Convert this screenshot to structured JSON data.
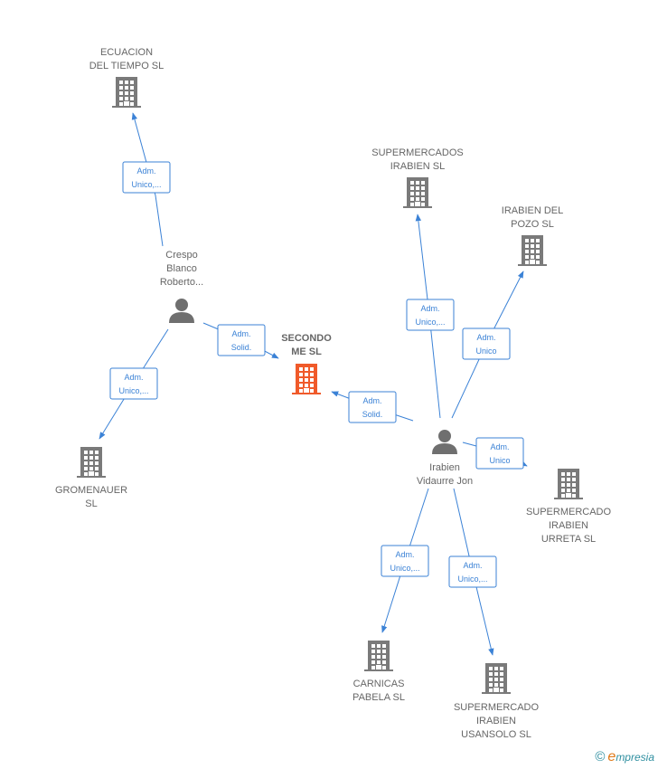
{
  "colors": {
    "edge": "#3b82d6",
    "company": "#7a7a7a",
    "company_highlight": "#f05a2a",
    "person": "#6f6f6f",
    "label": "#666666",
    "brand_orange": "#e07a1a",
    "brand_teal": "#2f8fa0"
  },
  "nodes": [
    {
      "id": "ecuacion",
      "type": "company",
      "lines": [
        "ECUACION",
        "DEL TIEMPO SL"
      ]
    },
    {
      "id": "crespo",
      "type": "person",
      "lines": [
        "Crespo",
        "Blanco",
        "Roberto..."
      ]
    },
    {
      "id": "secondo",
      "type": "company",
      "highlight": true,
      "lines": [
        "SECONDO",
        "ME  SL"
      ]
    },
    {
      "id": "gromenauer",
      "type": "company",
      "lines": [
        "GROMENAUER",
        "SL"
      ]
    },
    {
      "id": "supirabien",
      "type": "company",
      "lines": [
        "SUPERMERCADOS",
        "IRABIEN SL"
      ]
    },
    {
      "id": "irabienpozo",
      "type": "company",
      "lines": [
        "IRABIEN DEL",
        "POZO  SL"
      ]
    },
    {
      "id": "irabienjon",
      "type": "person",
      "lines": [
        "Irabien",
        "Vidaurre Jon"
      ]
    },
    {
      "id": "urreta",
      "type": "company",
      "lines": [
        "SUPERMERCADO",
        "IRABIEN",
        "URRETA  SL"
      ]
    },
    {
      "id": "carnicas",
      "type": "company",
      "lines": [
        "CARNICAS",
        "PABELA SL"
      ]
    },
    {
      "id": "usansolo",
      "type": "company",
      "lines": [
        "SUPERMERCADO",
        "IRABIEN",
        "USANSOLO  SL"
      ]
    }
  ],
  "edges": [
    {
      "from": "crespo",
      "to": "ecuacion",
      "label": [
        "Adm.",
        "Unico,..."
      ]
    },
    {
      "from": "crespo",
      "to": "secondo",
      "label": [
        "Adm.",
        "Solid."
      ]
    },
    {
      "from": "crespo",
      "to": "gromenauer",
      "label": [
        "Adm.",
        "Unico,..."
      ]
    },
    {
      "from": "irabienjon",
      "to": "secondo",
      "label": [
        "Adm.",
        "Solid."
      ]
    },
    {
      "from": "irabienjon",
      "to": "supirabien",
      "label": [
        "Adm.",
        "Unico,..."
      ]
    },
    {
      "from": "irabienjon",
      "to": "irabienpozo",
      "label": [
        "Adm.",
        "Unico"
      ]
    },
    {
      "from": "irabienjon",
      "to": "urreta",
      "label": [
        "Adm.",
        "Unico"
      ]
    },
    {
      "from": "irabienjon",
      "to": "carnicas",
      "label": [
        "Adm.",
        "Unico,..."
      ]
    },
    {
      "from": "irabienjon",
      "to": "usansolo",
      "label": [
        "Adm.",
        "Unico,..."
      ]
    }
  ],
  "footer": {
    "copyright": "©",
    "brand_initial": "e",
    "brand_rest": "mpresia"
  }
}
